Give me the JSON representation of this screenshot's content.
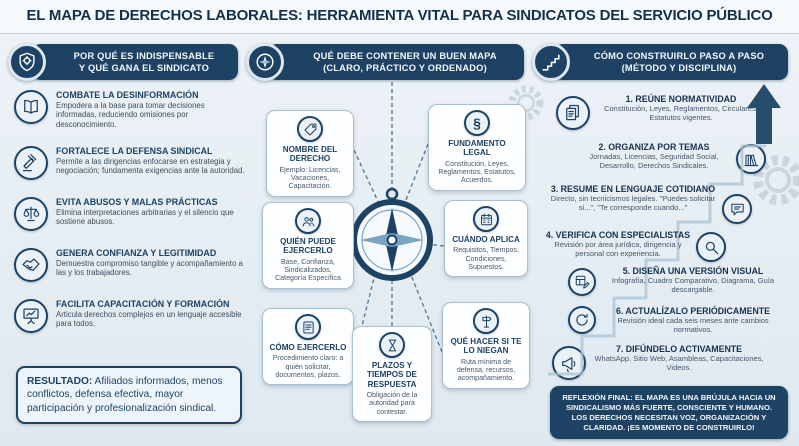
{
  "page": {
    "title": "EL MAPA DE DERECHOS LABORALES: HERRAMIENTA VITAL PARA SINDICATOS DEL SERVICIO PÚBLICO"
  },
  "colors": {
    "navy": "#1e4263",
    "steel": "#7ba3c2",
    "background": "#e3ecf2",
    "box_white": "#fdfeff",
    "text_dark": "#3c4e5e"
  },
  "left": {
    "header": {
      "line1": "POR QUÉ ES INDISPENSABLE",
      "line2": "Y QUÉ GANA EL SINDICATO",
      "icon": "shield-icon"
    },
    "items": [
      {
        "icon": "open-book-icon",
        "title": "COMBATE LA DESINFORMACIÓN",
        "desc": "Empodera a la base para tomar decisiones informadas, reduciendo omisiones por desconocimiento."
      },
      {
        "icon": "gavel-icon",
        "title": "FORTALECE LA DEFENSA SINDICAL",
        "desc": "Permite a las dirigencias enfocarse en estrategia y negociación; fundamenta exigencias ante la autoridad."
      },
      {
        "icon": "scales-icon",
        "title": "EVITA ABUSOS Y MALAS PRÁCTICAS",
        "desc": "Elimina interpretaciones arbitrarias y el silencio que sostiene abusos."
      },
      {
        "icon": "handshake-icon",
        "title": "GENERA CONFIANZA Y LEGITIMIDAD",
        "desc": "Demuestra compromiso tangible y acompañamiento a las y los trabajadores."
      },
      {
        "icon": "presentation-icon",
        "title": "FACILITA CAPACITACIÓN Y FORMACIÓN",
        "desc": "Articula derechos complejos en un lenguaje accesible para todos."
      }
    ],
    "result": {
      "label": "RESULTADO:",
      "text": " Afiliados informados, menos conflictos, defensa efectiva, mayor participación y profesionalización sindical."
    }
  },
  "middle": {
    "header": {
      "line1": "QUÉ DEBE CONTENER UN BUEN MAPA",
      "line2": "(CLARO, PRÁCTICO Y ORDENADO)",
      "icon": "compass-icon"
    },
    "center_icon": "compass-rose-icon",
    "boxes": [
      {
        "icon": "tag-icon",
        "title": "NOMBRE DEL DERECHO",
        "desc": "Ejemplo: Licencias, Vacaciones, Capacitación."
      },
      {
        "icon": "section-sign-icon",
        "glyph": "§",
        "title": "FUNDAMENTO LEGAL",
        "desc": "Constitución, Leyes, Reglamentos, Estatutos, Acuerdos."
      },
      {
        "icon": "people-icon",
        "title": "QUIÉN PUEDE EJERCERLO",
        "desc": "Base, Confianza, Sindicalizados, Categoría Específica"
      },
      {
        "icon": "calendar-icon",
        "title": "CUÁNDO APLICA",
        "desc": "Requisitos, Tiempos, Condiciones, Supuestos."
      },
      {
        "icon": "checklist-icon",
        "title": "CÓMO EJERCERLO",
        "desc": "Procedimiento claro: a quién solicitar, documentos, plazos."
      },
      {
        "icon": "route-sign-icon",
        "title": "QUÉ HACER SI TE LO NIEGAN",
        "desc": "Ruta mínima de defensa, recursos, acompañamiento."
      },
      {
        "icon": "hourglass-icon",
        "title": "PLAZOS Y TIEMPOS DE RESPUESTA",
        "desc": "Obligación de la autoridad para contestar."
      }
    ]
  },
  "right": {
    "header": {
      "line1": "CÓMO CONSTRUIRLO PASO A PASO",
      "line2": "(MÉTODO Y DISCIPLINA)",
      "icon": "stairs-icon"
    },
    "steps": [
      {
        "icon": "documents-icon",
        "title": "1. REÚNE NORMATIVIDAD",
        "desc": "Constitución, Leyes, Reglamentos, Circulares, Estatutos vigentes."
      },
      {
        "icon": "books-icon",
        "title": "2. ORGANIZA POR TEMAS",
        "desc": "Jornadas, Licencias, Seguridad Social, Desarrollo, Derechos Sindicales."
      },
      {
        "icon": "chat-bubble-icon",
        "title": "3. RESUME EN LENGUAJE COTIDIANO",
        "desc": "Directo, sin tecnicismos legales. \"Puedes solicitar si...\", \"Te corresponde cuando...\""
      },
      {
        "icon": "magnifier-icon",
        "title": "4. VERIFICA CON ESPECIALISTAS",
        "desc": "Revisión por área jurídica, dirigencia y personal con experiencia."
      },
      {
        "icon": "design-icon",
        "title": "5. DISEÑA UNA VERSIÓN VISUAL",
        "desc": "Infografía, Cuadro Comparativo, Diagrama, Guía descargable."
      },
      {
        "icon": "refresh-icon",
        "title": "6. ACTUALÍZALO PERIÓDICAMENTE",
        "desc": "Revisión ideal cada seis meses ante cambios normativos."
      },
      {
        "icon": "megaphone-icon",
        "title": "7. DIFÚNDELO ACTIVAMENTE",
        "desc": "WhatsApp, Sitio Web, Asambleas, Capacitaciones, Videos."
      }
    ],
    "reflection": "REFLEXIÓN FINAL: EL MAPA ES UNA BRÚJULA HACIA UN SINDICALISMO MÁS FUERTE, CONSCIENTE Y HUMANO. LOS DERECHOS NECESITAN VOZ, ORGANIZACIÓN Y CLARIDAD. ¡ES MOMENTO DE CONSTRUIRLO!"
  }
}
